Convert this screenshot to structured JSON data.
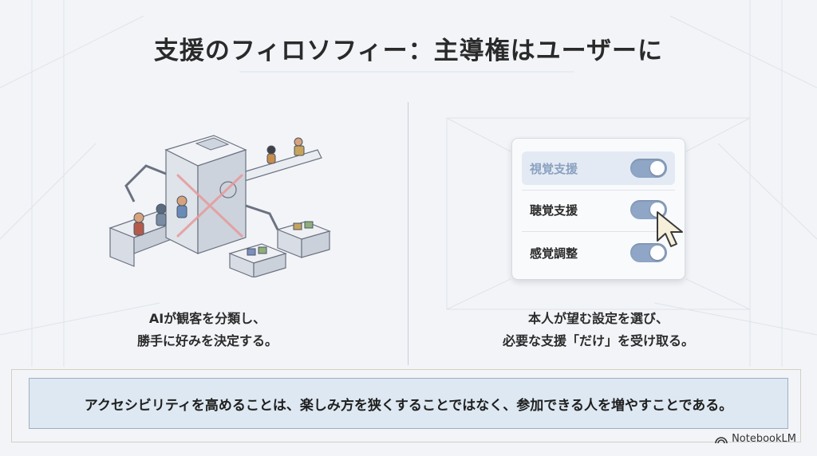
{
  "title": "支援のフィロソフィー：主導権はユーザーに",
  "left": {
    "caption_line1": "AIが観客を分類し、",
    "caption_line2": "勝手に好みを決定する。"
  },
  "right": {
    "settings": [
      {
        "label": "視覚支援",
        "state": "on",
        "highlighted": true
      },
      {
        "label": "聴覚支援",
        "state": "on",
        "highlighted": false
      },
      {
        "label": "感覚調整",
        "state": "on",
        "highlighted": false
      }
    ],
    "caption_line1": "本人が望む設定を選び、",
    "caption_line2": "必要な支援「だけ」を受け取る。"
  },
  "banner": "アクセシビリティを高めることは、楽しみ方を狭くすることではなく、参加できる人を増やすことである。",
  "brand": "NotebookLM",
  "colors": {
    "toggle_on": "#8fa6c6",
    "cross": "#e69a9a",
    "banner_bg": "#dde8f2"
  }
}
